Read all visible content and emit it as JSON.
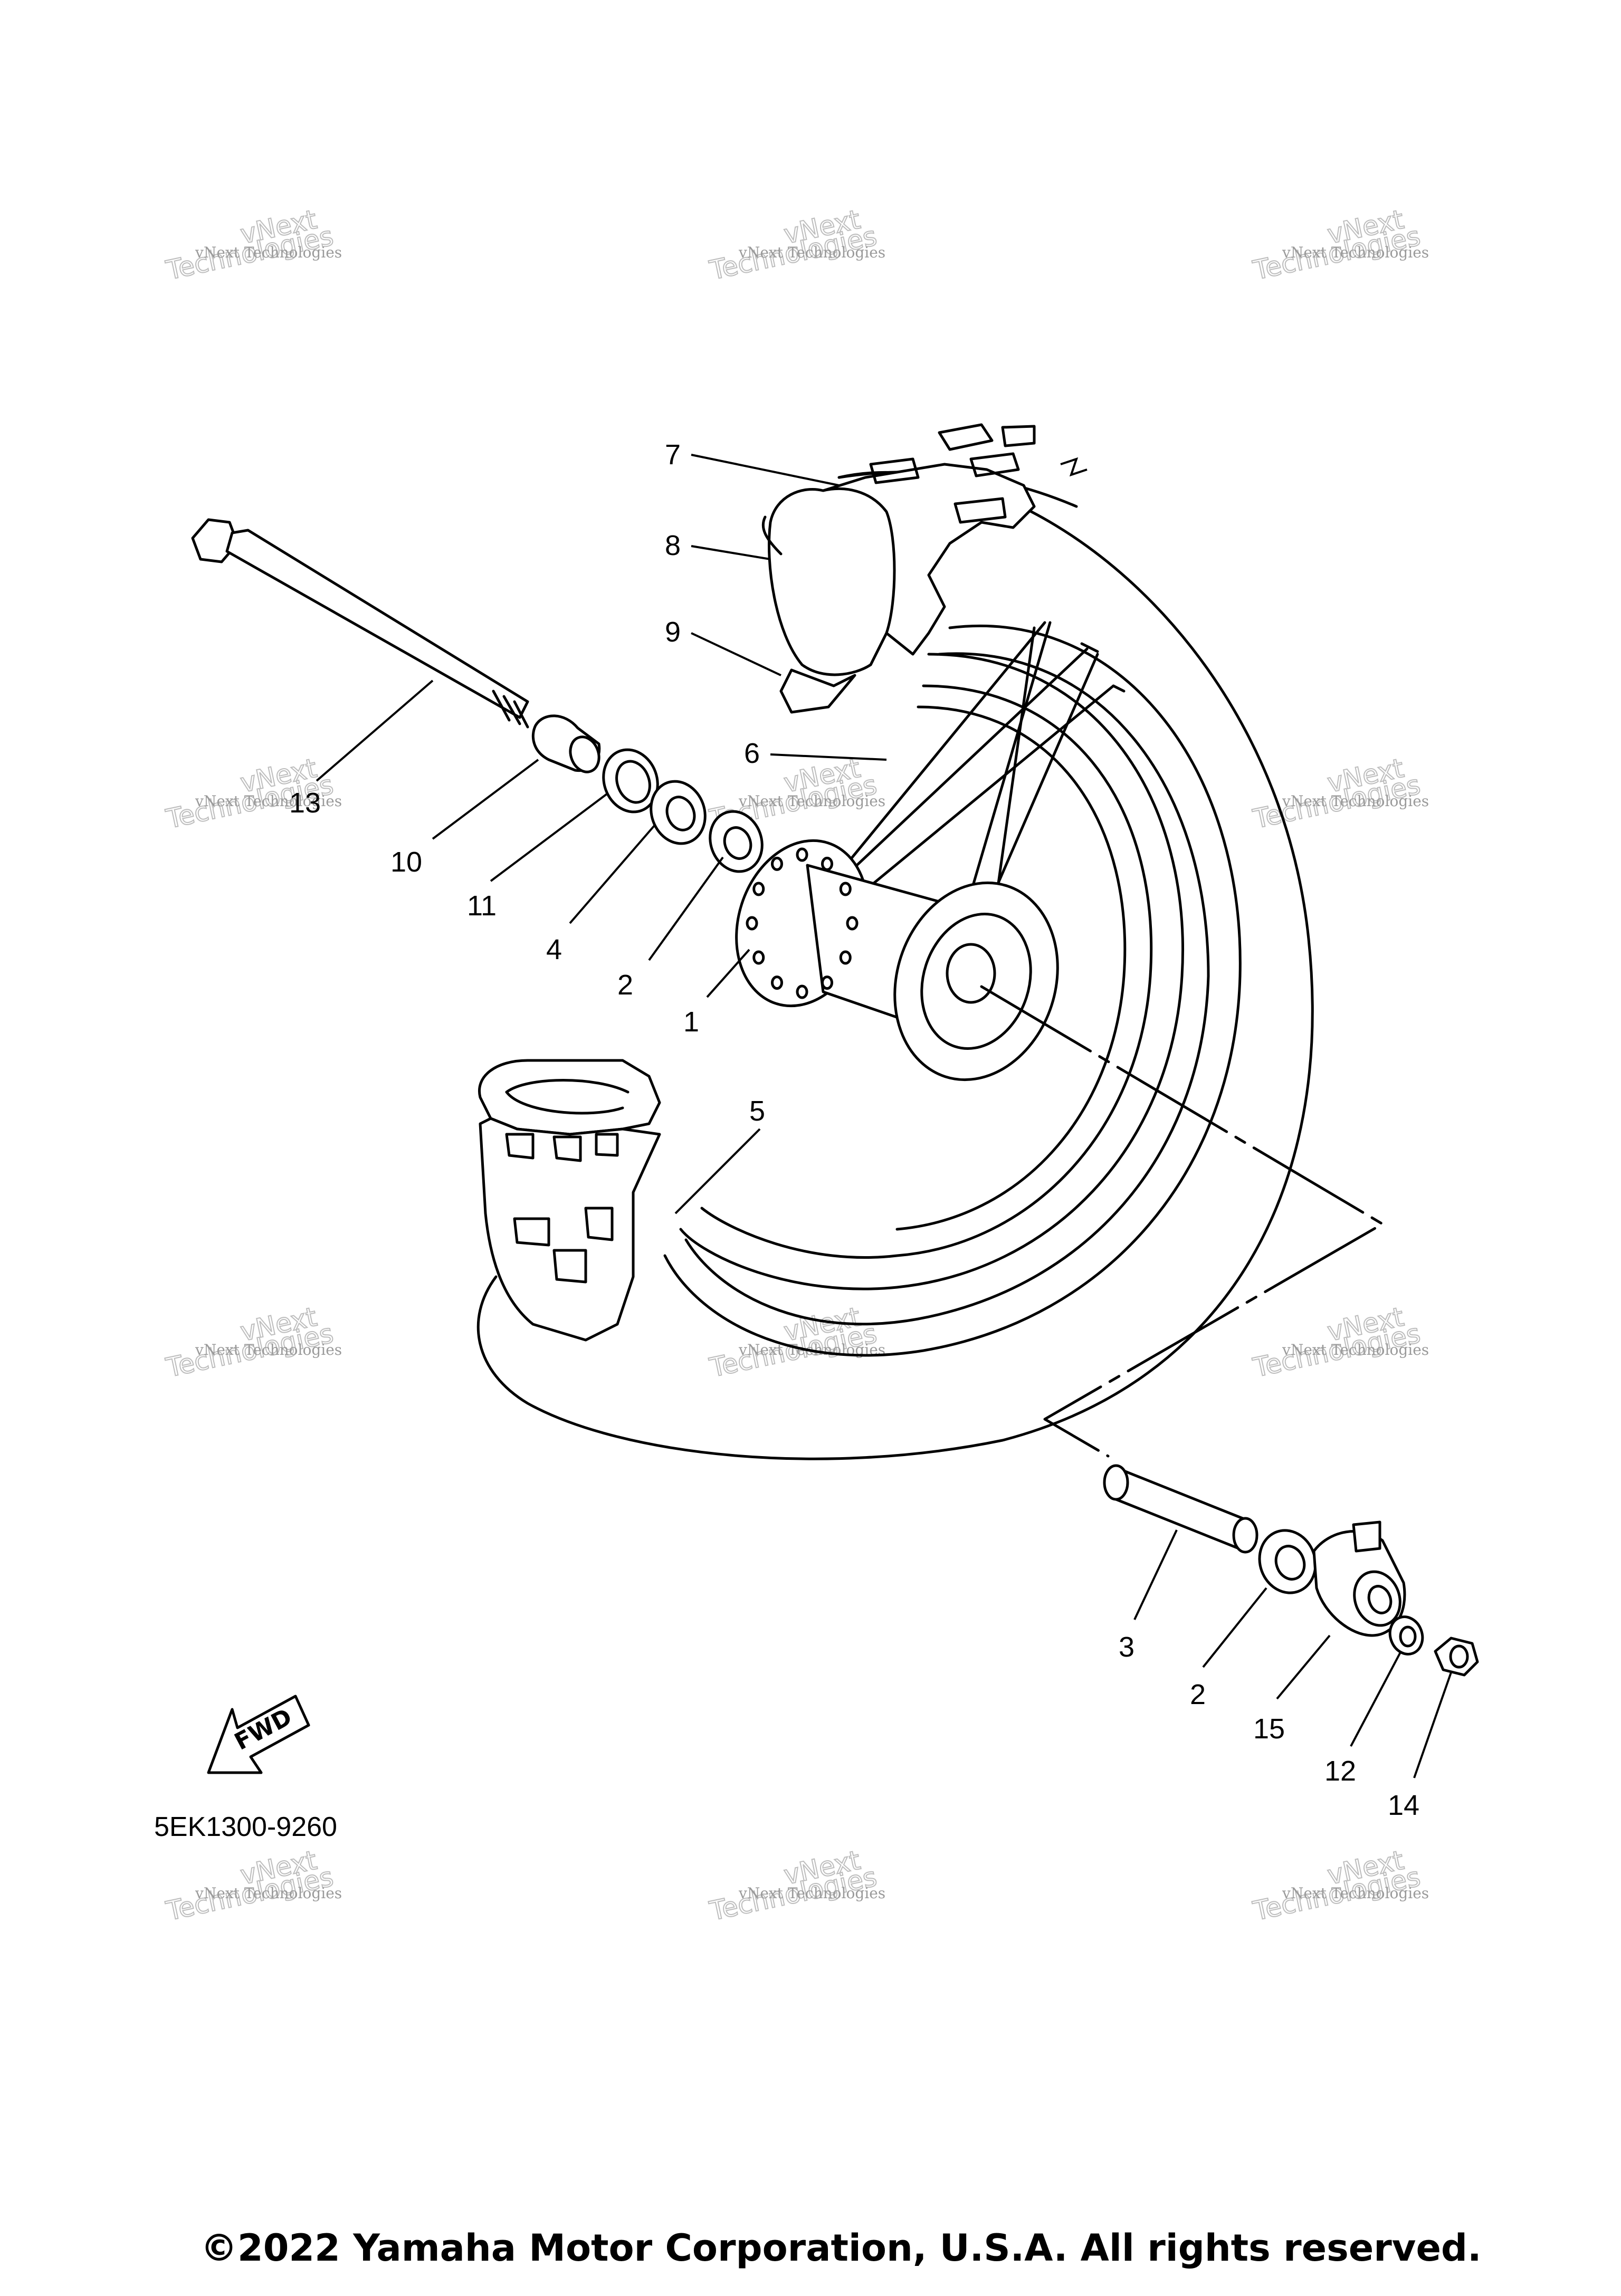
{
  "diagram": {
    "diagram_code": "5EK1300-9260",
    "copyright": "©2022 Yamaha Motor Corporation, U.S.A. All rights reserved.",
    "fwd_label": "FWD",
    "watermark": {
      "line1": "vNext Technologies",
      "line2": "vNext",
      "line3": "Technologies"
    },
    "callouts": [
      {
        "id": "c7",
        "label": "7"
      },
      {
        "id": "c8",
        "label": "8"
      },
      {
        "id": "c9",
        "label": "9"
      },
      {
        "id": "c6",
        "label": "6"
      },
      {
        "id": "c13",
        "label": "13"
      },
      {
        "id": "c10",
        "label": "10"
      },
      {
        "id": "c11",
        "label": "11"
      },
      {
        "id": "c4",
        "label": "4"
      },
      {
        "id": "c2a",
        "label": "2"
      },
      {
        "id": "c1",
        "label": "1"
      },
      {
        "id": "c5",
        "label": "5"
      },
      {
        "id": "c3",
        "label": "3"
      },
      {
        "id": "c2b",
        "label": "2"
      },
      {
        "id": "c15",
        "label": "15"
      },
      {
        "id": "c12",
        "label": "12"
      },
      {
        "id": "c14",
        "label": "14"
      }
    ]
  }
}
